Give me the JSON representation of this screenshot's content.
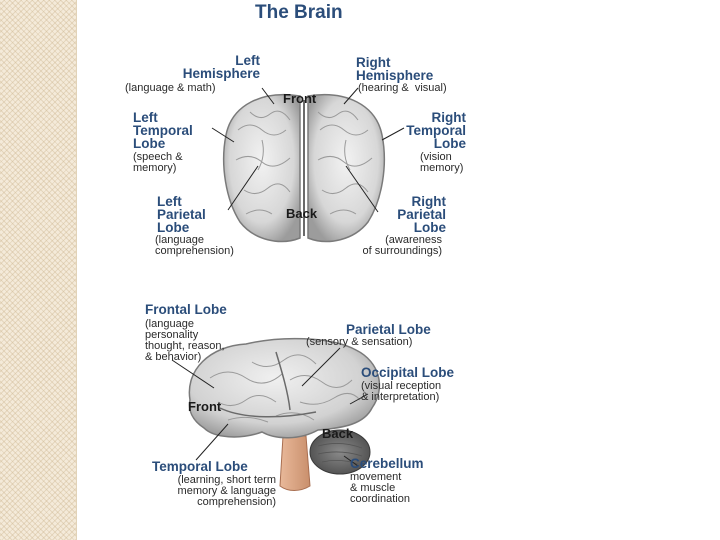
{
  "title": "The Brain",
  "top_view": {
    "front_label": "Front",
    "back_label": "Back",
    "left_hemisphere": {
      "name": "Left\nHemisphere",
      "desc": "(language & math)"
    },
    "right_hemisphere": {
      "name": "Right\nHemisphere",
      "desc": "(hearing &  visual)"
    },
    "left_temporal": {
      "name": "Left\nTemporal\nLobe",
      "desc": "(speech &\nmemory)"
    },
    "right_temporal": {
      "name": "Right\nTemporal\nLobe",
      "desc": "(vision\nmemory)"
    },
    "left_parietal": {
      "name": "Left\nParietal\nLobe",
      "desc": "(language\ncomprehension)"
    },
    "right_parietal": {
      "name": "Right\nParietal\nLobe",
      "desc": "(awareness\nof surroundings)"
    }
  },
  "side_view": {
    "front_label": "Front",
    "back_label": "Back",
    "frontal": {
      "name": "Frontal Lobe",
      "desc": "(language\npersonality\nthought, reason,\n& behavior)"
    },
    "parietal": {
      "name": "Parietal Lobe",
      "desc": "(sensory & sensation)"
    },
    "occipital": {
      "name": "Occipital Lobe",
      "desc": "(visual reception\n& interpretation)"
    },
    "temporal": {
      "name": "Temporal Lobe",
      "desc": "(learning, short term\nmemory & language\ncomprehension)"
    },
    "cerebellum": {
      "name": "Cerebellum",
      "desc": "movement\n& muscle\ncoordination"
    }
  }
}
